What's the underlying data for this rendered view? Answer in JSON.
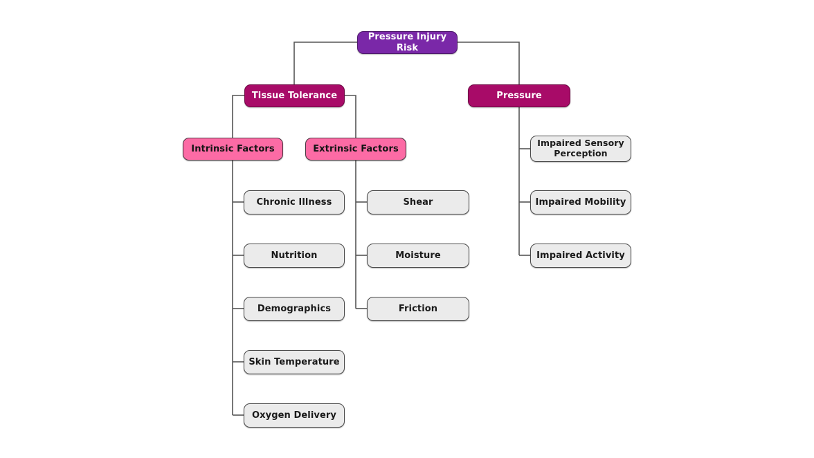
{
  "diagram": {
    "type": "hierarchy-tree",
    "title": "Pressure Injury Risk",
    "orientation": "top-down-left-aligned",
    "palette": {
      "root": "#7a28a8",
      "level1": "#a80b68",
      "level2": "#fc6ba5",
      "leaf": "#ebebeb",
      "edge": "#555555",
      "background": "#ffffff"
    },
    "root": {
      "label": "Pressure Injury Risk"
    },
    "branches": {
      "tissue_tolerance": {
        "label": "Tissue Tolerance",
        "groups": {
          "intrinsic": {
            "label": "Intrinsic Factors",
            "items": [
              {
                "label": "Chronic Illness"
              },
              {
                "label": "Nutrition"
              },
              {
                "label": "Demographics"
              },
              {
                "label": "Skin Temperature"
              },
              {
                "label": "Oxygen Delivery"
              }
            ]
          },
          "extrinsic": {
            "label": "Extrinsic Factors",
            "items": [
              {
                "label": "Shear"
              },
              {
                "label": "Moisture"
              },
              {
                "label": "Friction"
              }
            ]
          }
        }
      },
      "pressure": {
        "label": "Pressure",
        "items": [
          {
            "label": "Impaired Sensory\nPerception"
          },
          {
            "label": "Impaired Mobility"
          },
          {
            "label": "Impaired Activity"
          }
        ]
      }
    }
  }
}
